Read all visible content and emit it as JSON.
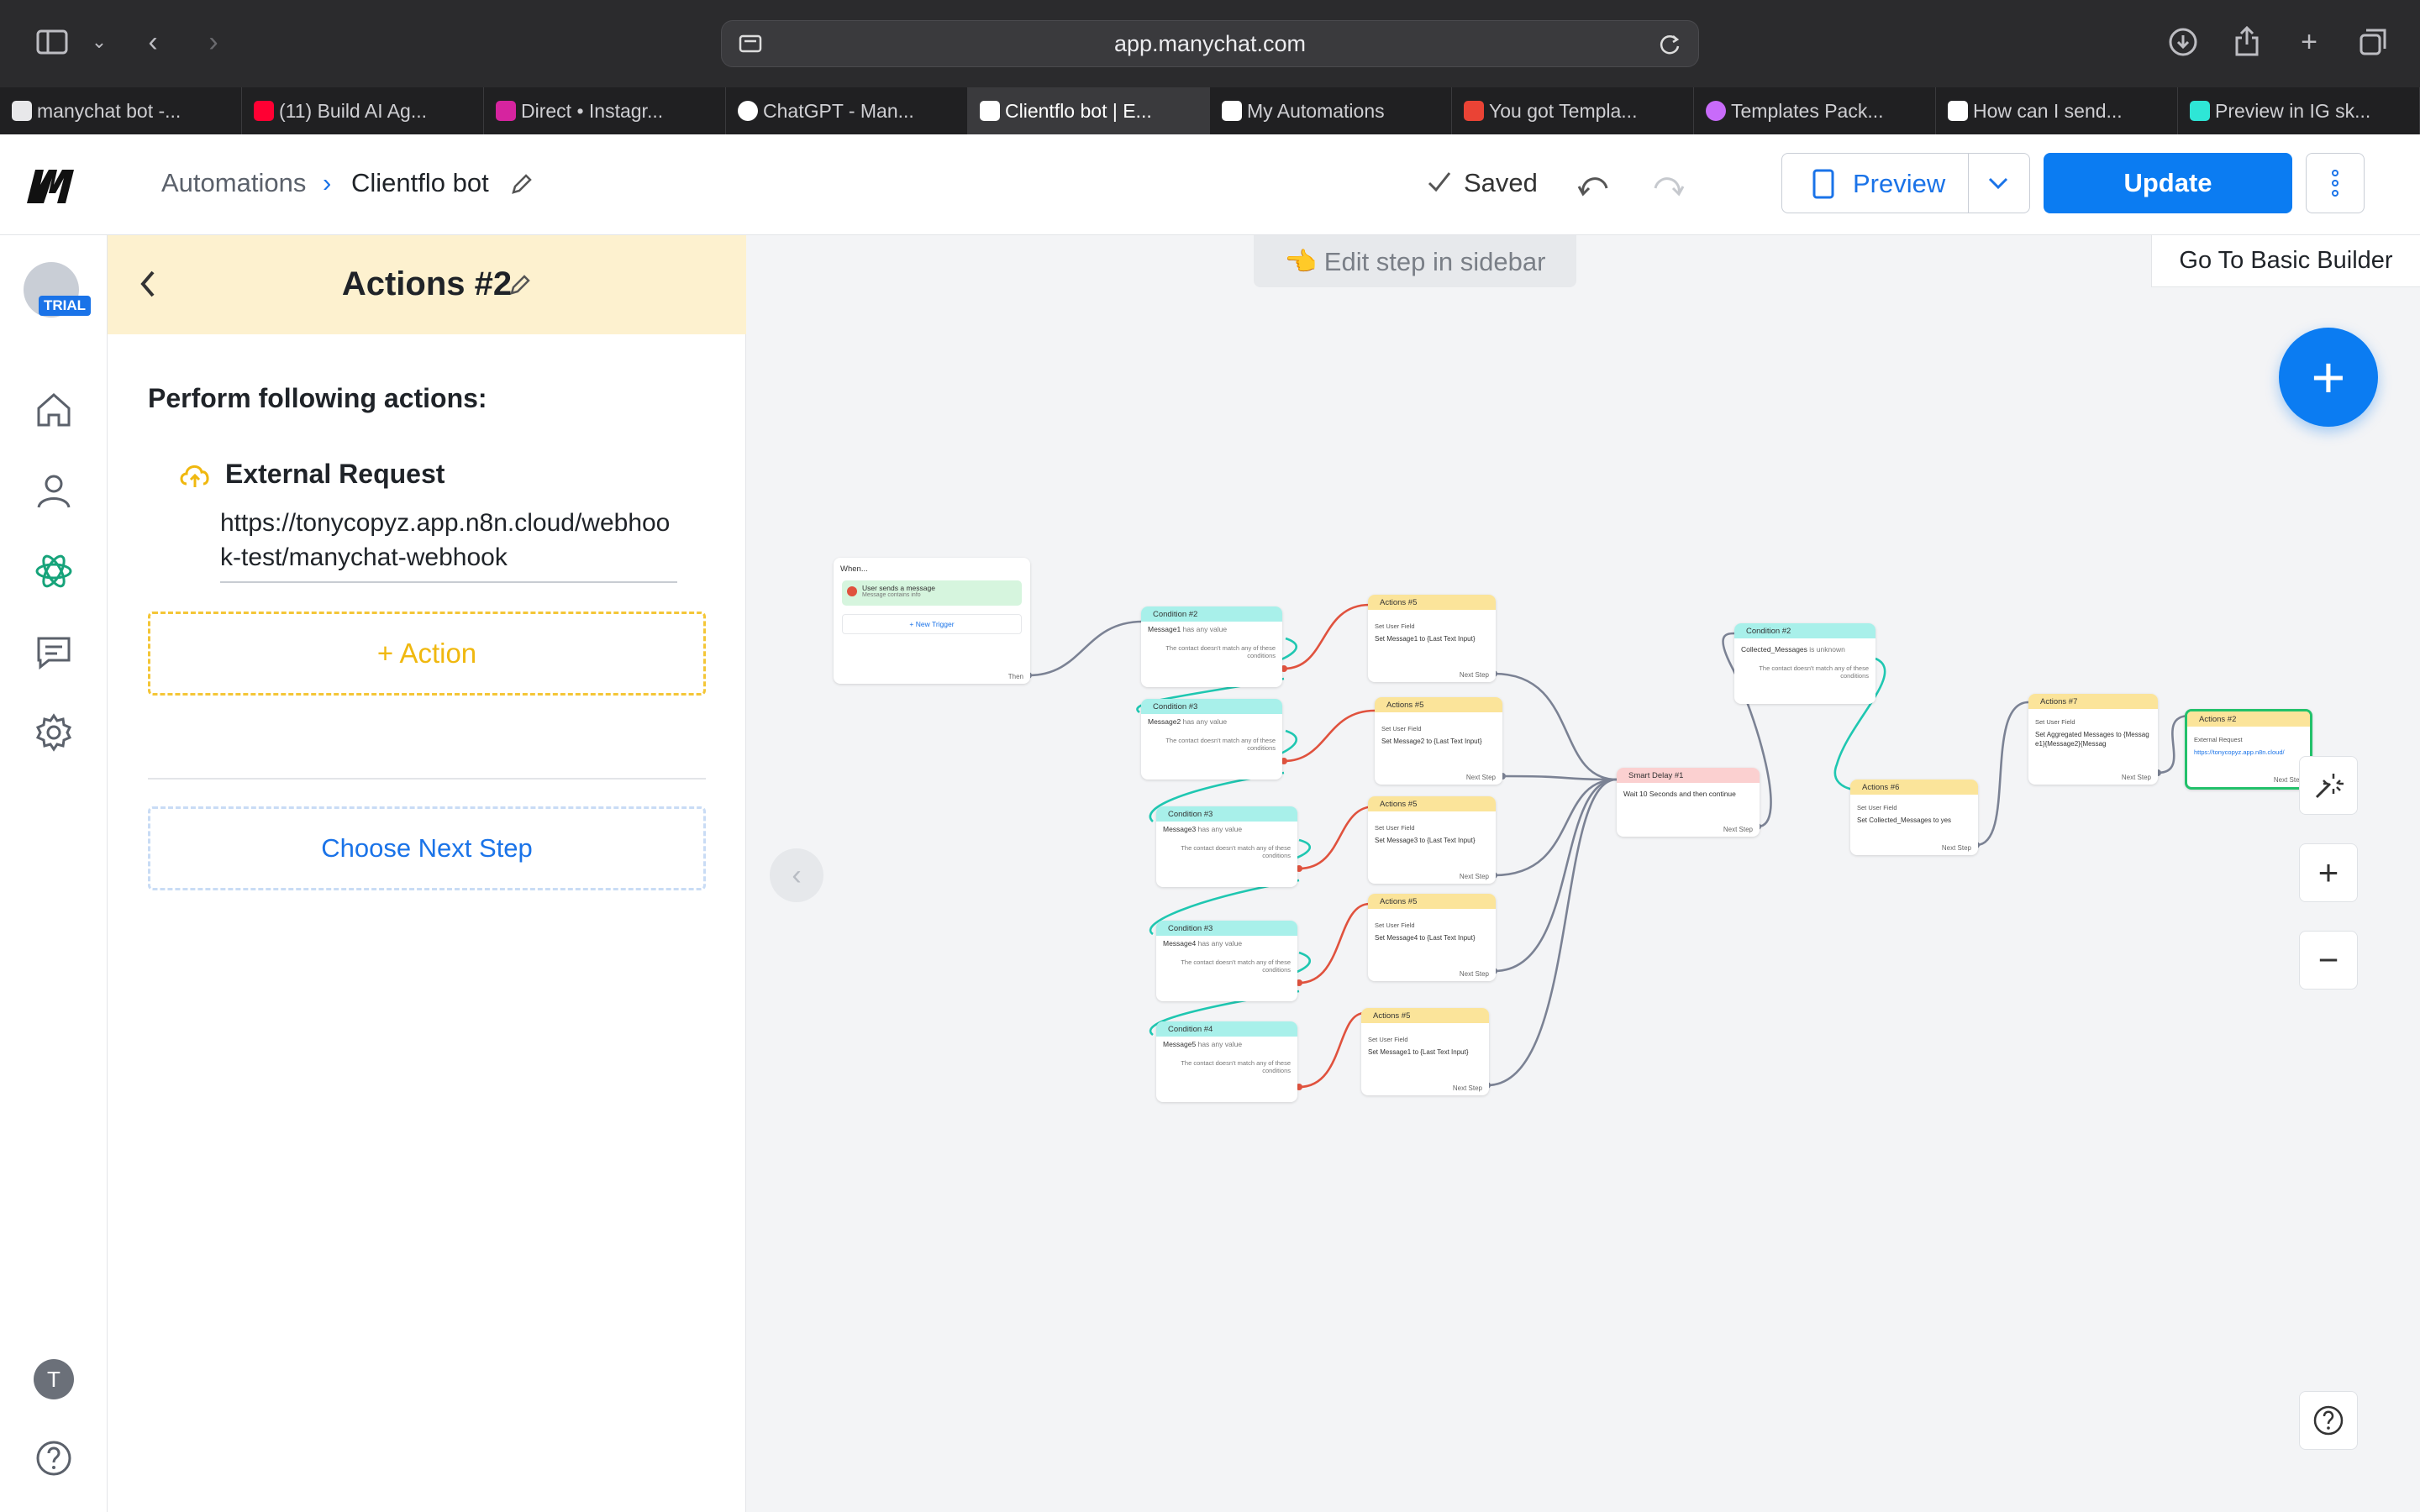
{
  "browser": {
    "url": "app.manychat.com",
    "tabs": [
      {
        "label": "manychat bot -...",
        "color": "#e8e8ea"
      },
      {
        "label": "(11) Build AI Ag...",
        "color": "#ff0033"
      },
      {
        "label": "Direct • Instagr...",
        "color": "#d6249f"
      },
      {
        "label": "ChatGPT - Man...",
        "color": "#ffffff"
      },
      {
        "label": "Clientflo bot | E...",
        "color": "#ffffff",
        "active": true
      },
      {
        "label": "My Automations",
        "color": "#ffffff"
      },
      {
        "label": "You got Templa...",
        "color": "#ea4335"
      },
      {
        "label": "Templates Pack...",
        "color": "#c86bfa"
      },
      {
        "label": "How can I send...",
        "color": "#ffffff"
      },
      {
        "label": "Preview in IG sk...",
        "color": "#2ee6d6"
      }
    ]
  },
  "header": {
    "crumb_root": "Automations",
    "crumb_current": "Clientflo bot",
    "saved": "Saved",
    "preview": "Preview",
    "update": "Update"
  },
  "nav": {
    "trial": "TRIAL",
    "user_initial": "T"
  },
  "sidebar": {
    "title": "Actions #2",
    "section": "Perform following actions:",
    "request_label": "External Request",
    "request_url": "https://tonycopyz.app.n8n.cloud/webhook-test/manychat-webhook",
    "add_action": "+ Action",
    "next_step": "Choose Next Step"
  },
  "canvas": {
    "edit_hint": "👈 Edit step in sidebar",
    "basic_builder": "Go To Basic Builder"
  },
  "flow": {
    "trigger": {
      "header": "When...",
      "item": "User sends a message",
      "sub": "Message contains info",
      "add": "+ New Trigger",
      "foot": "Then"
    },
    "conditions": [
      {
        "title": "Condition #2",
        "field": "Message1",
        "rule": "has any value",
        "else": "The contact doesn't match any of these conditions"
      },
      {
        "title": "Condition #3",
        "field": "Message2",
        "rule": "has any value",
        "else": "The contact doesn't match any of these conditions"
      },
      {
        "title": "Condition #3",
        "field": "Message3",
        "rule": "has any value",
        "else": "The contact doesn't match any of these conditions"
      },
      {
        "title": "Condition #3",
        "field": "Message4",
        "rule": "has any value",
        "else": "The contact doesn't match any of these conditions"
      },
      {
        "title": "Condition #4",
        "field": "Message5",
        "rule": "has any value",
        "else": "The contact doesn't match any of these conditions"
      }
    ],
    "actions": [
      {
        "title": "Actions #5",
        "line1": "Set User Field",
        "line2": "Set Message1 to {Last Text Input}"
      },
      {
        "title": "Actions #5",
        "line1": "Set User Field",
        "line2": "Set Message2 to {Last Text Input}"
      },
      {
        "title": "Actions #5",
        "line1": "Set User Field",
        "line2": "Set Message3 to {Last Text Input}"
      },
      {
        "title": "Actions #5",
        "line1": "Set User Field",
        "line2": "Set Message4 to {Last Text Input}"
      },
      {
        "title": "Actions #5",
        "line1": "Set User Field",
        "line2": "Set Message1 to {Last Text Input}"
      }
    ],
    "next_step": "Next Step",
    "delay": {
      "title": "Smart Delay #1",
      "text": "Wait 10 Seconds and then continue"
    },
    "cond2": {
      "title": "Condition #2",
      "field": "Collected_Messages",
      "rule": "is unknown",
      "else": "The contact doesn't match any of these conditions"
    },
    "act6": {
      "title": "Actions #6",
      "line1": "Set User Field",
      "line2": "Set Collected_Messages to yes"
    },
    "act7": {
      "title": "Actions #7",
      "line1": "Set User Field",
      "line2": "Set Aggregated Messages to {Message1}{Message2}{Messag"
    },
    "act2": {
      "title": "Actions #2",
      "line1": "External Request",
      "line2": "https://tonycopyz.app.n8n.cloud/"
    }
  }
}
